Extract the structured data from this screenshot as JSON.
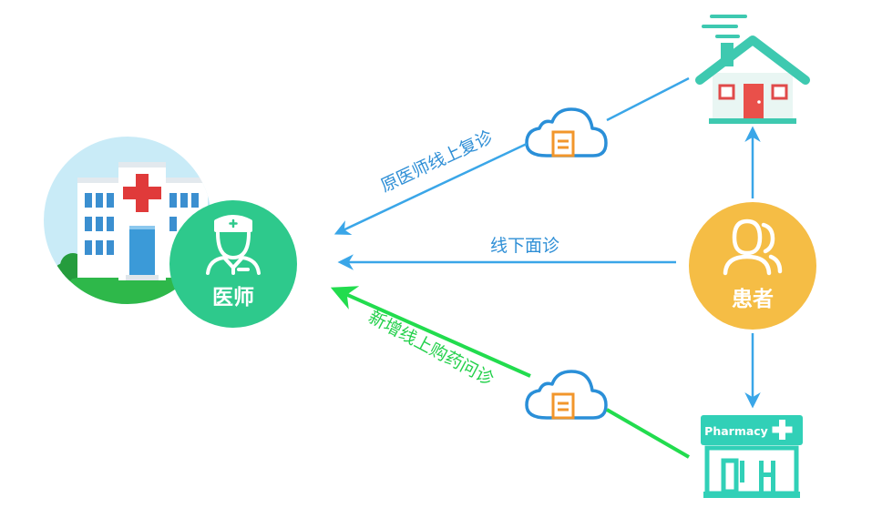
{
  "nodes": {
    "doctor": {
      "label": "医师"
    },
    "patient": {
      "label": "患者"
    },
    "home": {},
    "pharmacy": {
      "sign": "Pharmacy"
    },
    "hospital": {}
  },
  "edges": {
    "online_followup": {
      "label": "原医师线上复诊"
    },
    "offline_visit": {
      "label": "线下面诊"
    },
    "new_online_purchase": {
      "label": "新增线上购药问诊"
    }
  },
  "colors": {
    "blue_arrow": "#3aa6e8",
    "green_arrow": "#22dc4e",
    "doctor_circle": "#2ec98c",
    "patient_circle": "#f5bd45",
    "house_teal": "#3ec9b0",
    "pharmacy_teal": "#31d0b7",
    "cross_red": "#e03a3a",
    "cloud_blue": "#2a8fd8",
    "doc_orange": "#f2962b"
  }
}
